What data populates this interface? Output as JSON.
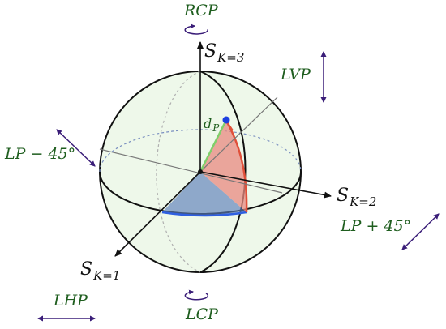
{
  "labels": {
    "rcp": "RCP",
    "lcp": "LCP",
    "lvp": "LVP",
    "lhp": "LHP",
    "lp_minus_45": "LP − 45°",
    "lp_plus_45": "LP + 45°",
    "dp_main": "d",
    "dp_sub": "P"
  },
  "axes": {
    "s3_main": "S",
    "s3_sub": "K=3",
    "s2_main": "S",
    "s2_sub": "K=2",
    "s1_main": "S",
    "s1_sub": "K=1"
  },
  "colors": {
    "label_green": "#1f5e1f",
    "arrow_purple": "#3a1d78",
    "sphere_fill": "#eef8ea",
    "wedge_red": "#e88a80",
    "wedge_blue": "#5b7db8",
    "point_blue": "#1d3fe0",
    "vector_green": "#7fcf6a"
  }
}
